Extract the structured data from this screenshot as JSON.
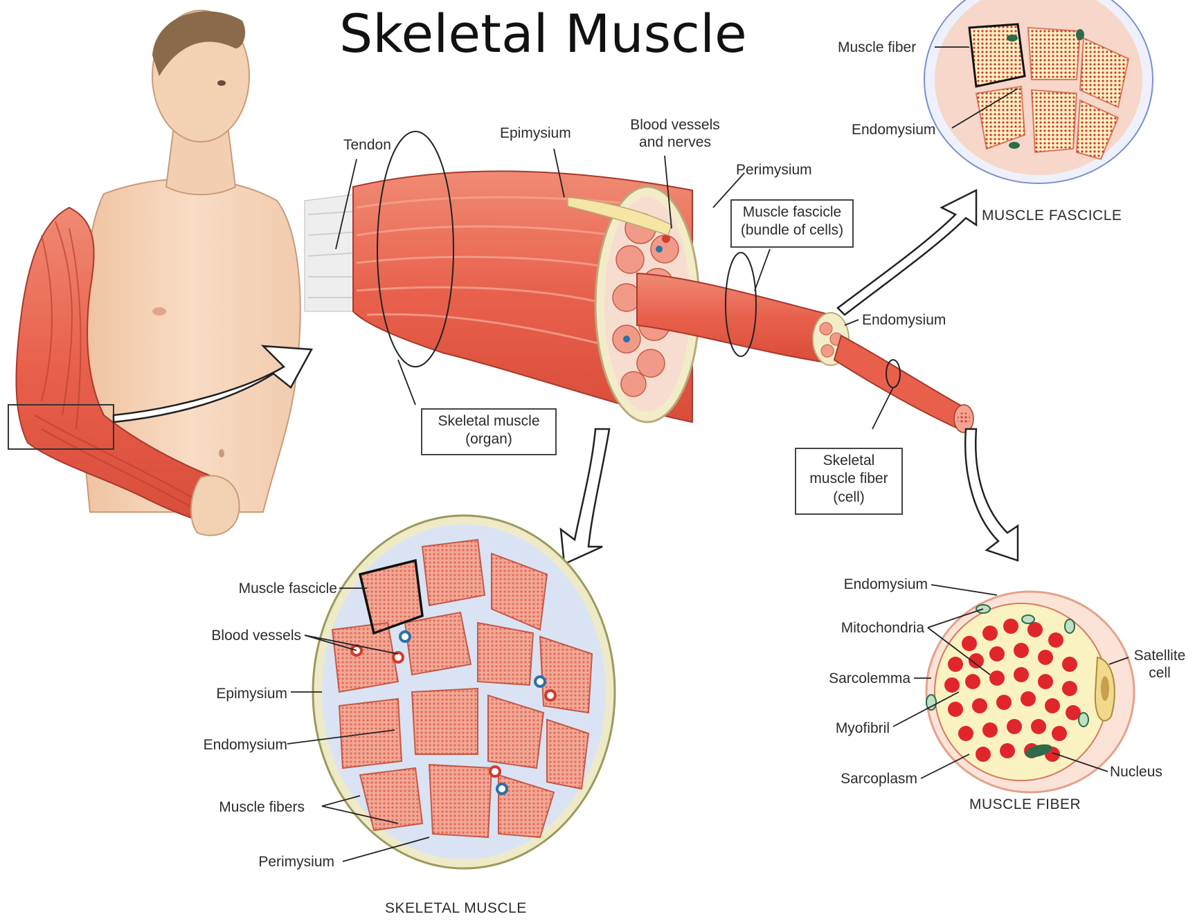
{
  "title": "Skeletal Muscle",
  "colors": {
    "muscle": "#e8604c",
    "muscle_light": "#f4a592",
    "skin": "#f6d3b6",
    "connective": "#f3ecc8",
    "blood_vessel_red": "#d23a2e",
    "blood_vessel_blue": "#2d6fa8",
    "myofibril": "#e0262a",
    "sarcoplasm": "#fbf2c2",
    "nucleus": "#2d6b4a"
  },
  "labels": {
    "tendon": "Tendon",
    "epimysium_top": "Epimysium",
    "blood_vessels_nerves": [
      "Blood vessels",
      "and nerves"
    ],
    "perimysium_top": "Perimysium",
    "muscle_fascicle_box": [
      "Muscle fascicle",
      "(bundle of cells)"
    ],
    "endomysium_mid": "Endomysium",
    "skeletal_muscle_box": [
      "Skeletal muscle",
      "(organ)"
    ],
    "skeletal_fiber_box": [
      "Skeletal",
      "muscle fiber",
      "(cell)"
    ],
    "muscle_fiber_top": "Muscle fiber",
    "endomysium_top": "Endomysium",
    "caption_fascicle": "MUSCLE FASCICLE",
    "cs_muscle_fascicle": "Muscle fascicle",
    "cs_blood_vessels": "Blood vessels",
    "cs_epimysium": "Epimysium",
    "cs_endomysium": "Endomysium",
    "cs_muscle_fibers": "Muscle fibers",
    "cs_perimysium": "Perimysium",
    "caption_skeletal": "SKELETAL MUSCLE",
    "mf_endomysium": "Endomysium",
    "mf_mitochondria": "Mitochondria",
    "mf_sarcolemma": "Sarcolemma",
    "mf_myofibril": "Myofibril",
    "mf_sarcoplasm": "Sarcoplasm",
    "mf_satellite": [
      "Satellite",
      "cell"
    ],
    "mf_nucleus": "Nucleus",
    "caption_fiber": "MUSCLE FIBER"
  }
}
